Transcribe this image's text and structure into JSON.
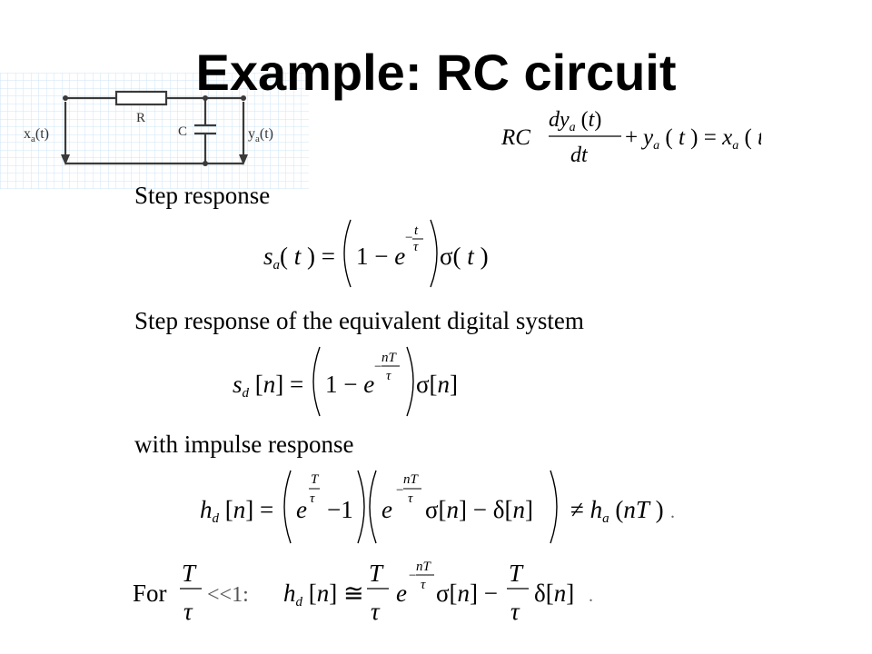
{
  "title": "Example: RC circuit",
  "circuit": {
    "resistor_label": "R",
    "capacitor_label": "C",
    "input_label": "x",
    "input_sub": "a",
    "input_arg": "(t)",
    "output_label": "y",
    "output_sub": "a",
    "output_arg": "(t)",
    "grid_color": "#cfe6f5",
    "wire_color": "#3a3a3a"
  },
  "text": {
    "step_response": "Step response",
    "step_response_digital": "Step response of the equivalent digital system",
    "with_impulse": "with impulse response",
    "for_label": "For",
    "much_less": "<<1:"
  }
}
